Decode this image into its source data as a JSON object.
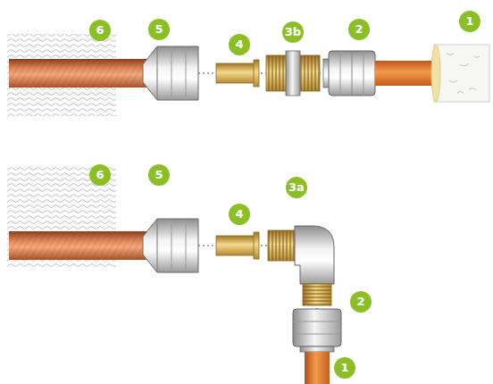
{
  "diagram": {
    "labels": [
      "6",
      "5",
      "4",
      "3b",
      "2",
      "1",
      "6",
      "5",
      "4",
      "3a",
      "2",
      "1"
    ]
  }
}
